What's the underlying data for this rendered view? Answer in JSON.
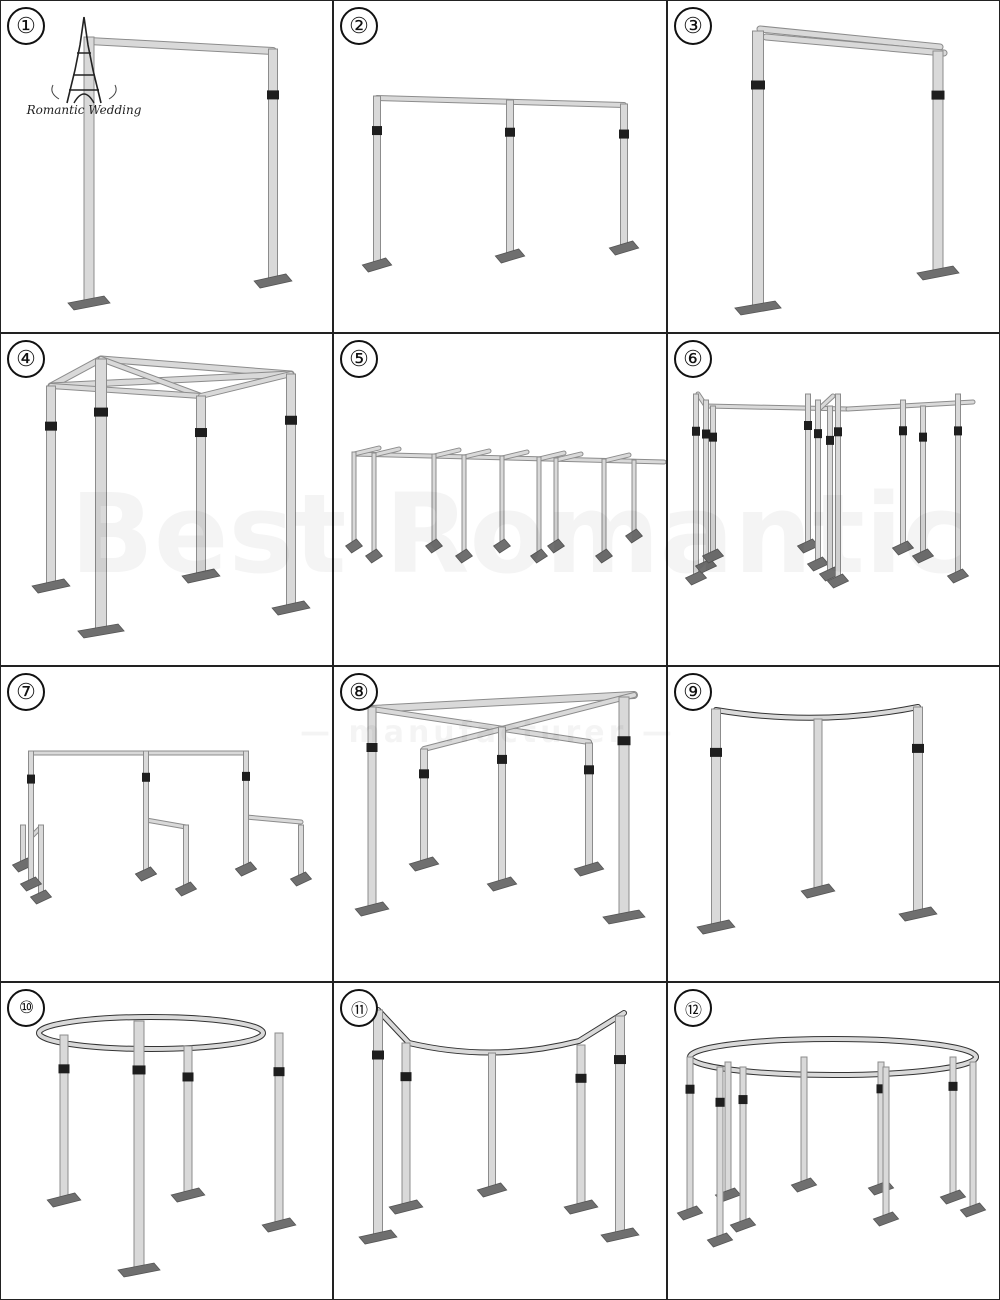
{
  "panels": [
    {
      "label": "①",
      "design": "single-arch-backdrop"
    },
    {
      "label": "②",
      "design": "double-span-backdrop"
    },
    {
      "label": "③",
      "design": "single-arch-double-crossbar"
    },
    {
      "label": "④",
      "design": "square-canopy"
    },
    {
      "label": "⑤",
      "design": "booth-row"
    },
    {
      "label": "⑥",
      "design": "open-booth-enclosure"
    },
    {
      "label": "⑦",
      "design": "triple-span-with-side-wings"
    },
    {
      "label": "⑧",
      "design": "x-cross-canopy"
    },
    {
      "label": "⑨",
      "design": "curved-arch-three-posts"
    },
    {
      "label": "⑩",
      "design": "round-canopy-four-posts"
    },
    {
      "label": "⑪",
      "design": "curved-backdrop-five-posts"
    },
    {
      "label": "⑫",
      "design": "round-canopy-eight-posts"
    }
  ],
  "logo": {
    "text": "Romantic Wedding",
    "icon": "eiffel-tower-icon"
  },
  "watermark": {
    "main": "Best Romantic",
    "sub": "— manufacturer —"
  },
  "colors": {
    "pipe": "#d9d9d9",
    "pipe_edge": "#8c8c8c",
    "base": "#6f6f6f",
    "clamp": "#1e1e1e",
    "border": "#222222"
  }
}
